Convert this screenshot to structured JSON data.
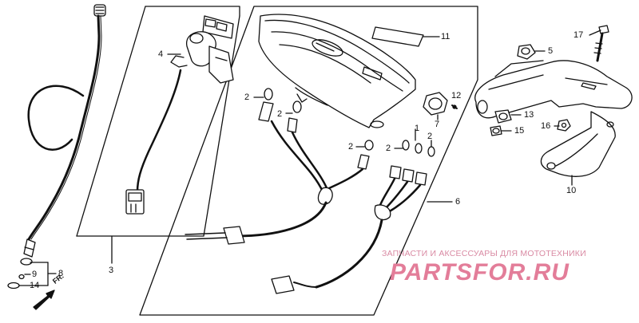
{
  "diagram": {
    "callouts": {
      "c1": "1",
      "c2a": "2",
      "c2b": "2",
      "c2c": "2",
      "c2d": "2",
      "c2e": "2",
      "c3": "3",
      "c4": "4",
      "c5": "5",
      "c6": "6",
      "c7": "7",
      "c8": "8",
      "c9": "9",
      "c10": "10",
      "c11": "11",
      "c12": "12",
      "c13": "13",
      "c14": "14",
      "c15": "15",
      "c16": "16",
      "c17": "17"
    },
    "direction_label": "FR.",
    "watermark": {
      "subtitle": "ЗАПЧАСТИ И АКСЕССУАРЫ ДЛЯ МОТОТЕХНИКИ",
      "logo_text": "PARTSFOR.RU"
    }
  }
}
